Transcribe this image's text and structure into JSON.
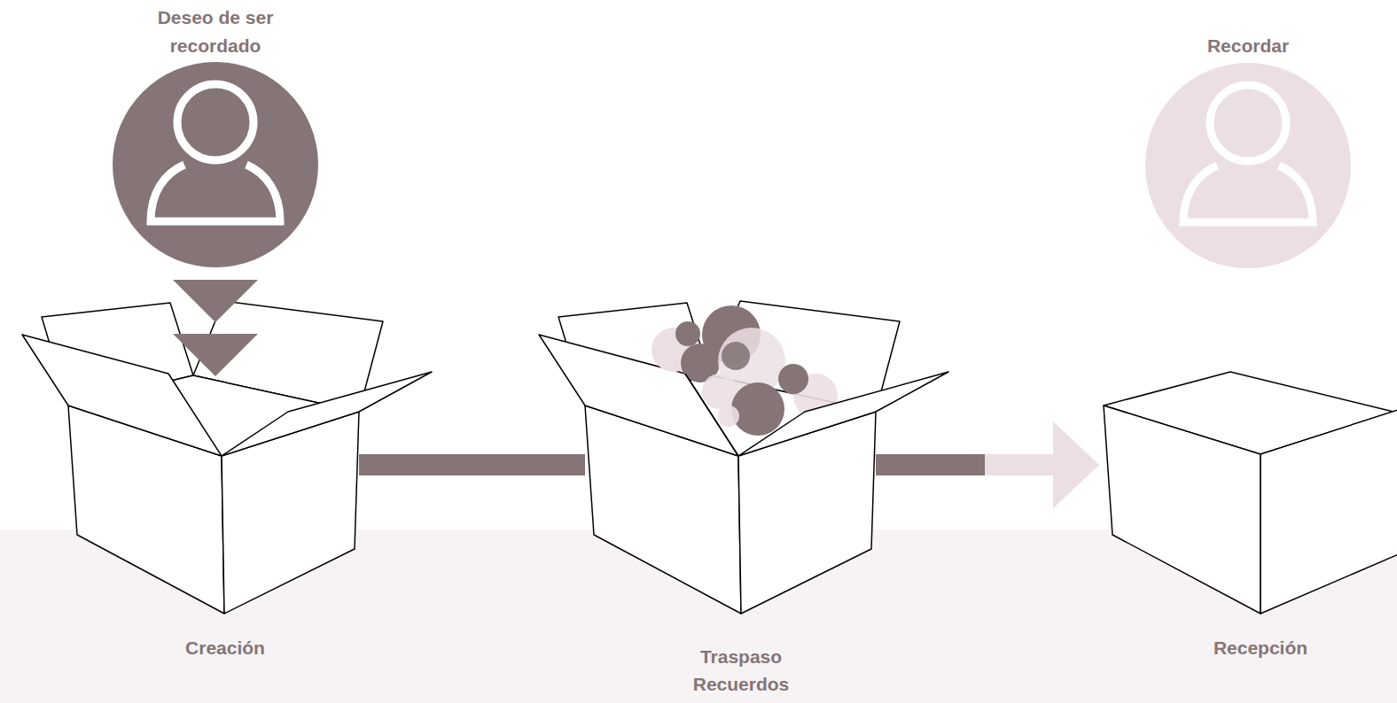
{
  "diagram": {
    "nodes": [
      {
        "text": [
          "Deseo de ser recordado"
        ]
      },
      {
        "text": [
          "Creación"
        ]
      },
      {
        "text": [
          "Traspaso Recuerdos"
        ]
      },
      {
        "text": [
          "Recepción"
        ]
      },
      {
        "text": [
          "Recordar"
        ]
      }
    ],
    "edges": [
      {
        "from": 0,
        "to": 1,
        "arrow": "to"
      },
      {
        "from": 1,
        "to": 2,
        "arrow": "none"
      },
      {
        "from": 2,
        "to": 3,
        "arrow": "to"
      }
    ]
  }
}
